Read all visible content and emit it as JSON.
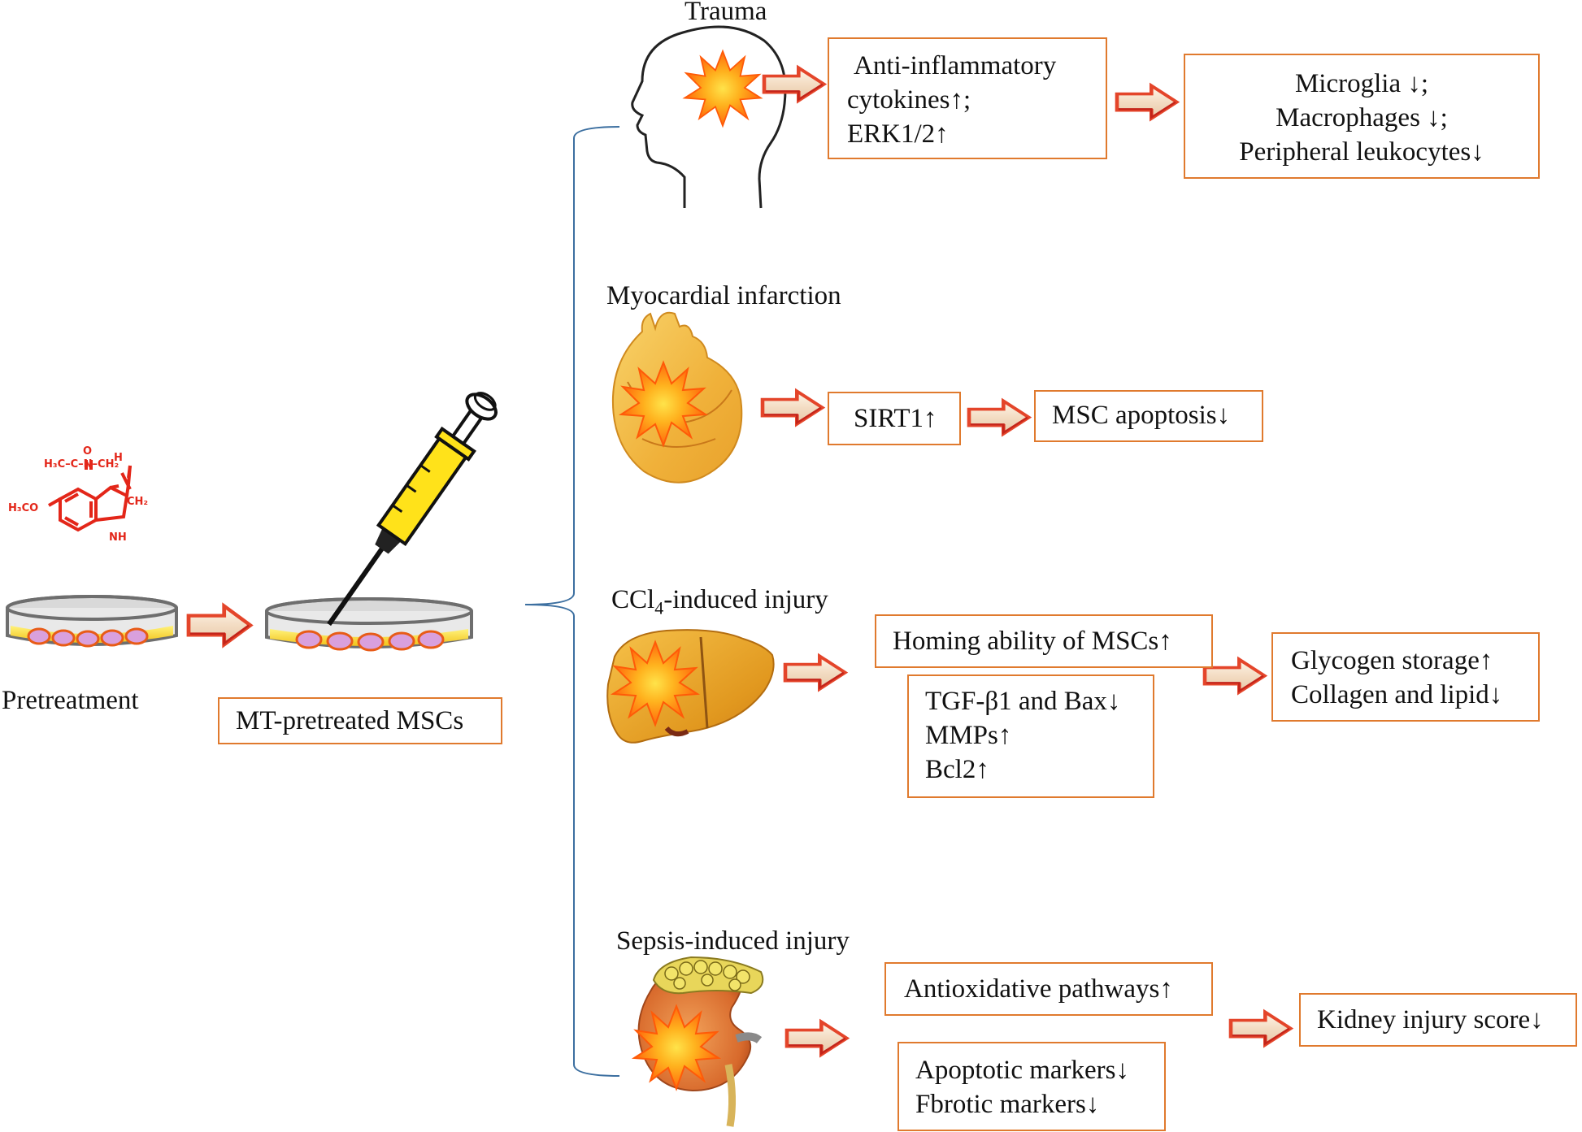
{
  "pretreatment": {
    "label": "Pretreatment",
    "molecule_text": {
      "acetyl": "H₃C–C–N–CH₂",
      "carbonyl_o": "O",
      "nh_h": "H",
      "ch2": "CH₂",
      "methoxy": "H₃CO",
      "ring_nh": "NH"
    }
  },
  "mt_pretreated": {
    "label": "MT-pretreated MSCs"
  },
  "branches": {
    "trauma": {
      "title": "Trauma",
      "box1": [
        "Anti-inflammatory",
        "cytokines↑;",
        "ERK1/2↑"
      ],
      "box2": [
        "Microglia ↓;",
        "Macrophages ↓;",
        "Peripheral leukocytes↓"
      ]
    },
    "myocardial": {
      "title": "Myocardial infarction",
      "box1": [
        "SIRT1↑"
      ],
      "box2": [
        "MSC apoptosis↓"
      ]
    },
    "ccl4": {
      "title_pre": "CCl",
      "title_sub": "4",
      "title_post": "-induced injury",
      "box1": [
        "Homing ability of MSCs↑"
      ],
      "box2": [
        "TGF-β1 and Bax↓",
        "MMPs↑",
        "Bcl2↑"
      ],
      "box3": [
        "Glycogen storage↑",
        "Collagen and lipid↓"
      ]
    },
    "sepsis": {
      "title": "Sepsis-induced injury",
      "box1": [
        "Antioxidative pathways↑"
      ],
      "box2": [
        "Apoptotic markers↓",
        "Fbrotic markers↓"
      ],
      "box3": [
        "Kidney injury score↓"
      ]
    }
  },
  "colors": {
    "box_border": "#e07a2e",
    "arrow_light": "#f2dcc4",
    "arrow_dark": "#e4452a",
    "molecule": "#e32619",
    "brace": "#3c6fa0",
    "burst_outer": "#ff7a10",
    "burst_inner": "#ffd320"
  },
  "icons": [
    "melatonin-molecule-icon",
    "petri-dish-icon",
    "syringe-icon",
    "head-icon",
    "heart-icon",
    "liver-icon",
    "kidney-icon",
    "injury-burst-icon",
    "block-arrow-icon"
  ]
}
